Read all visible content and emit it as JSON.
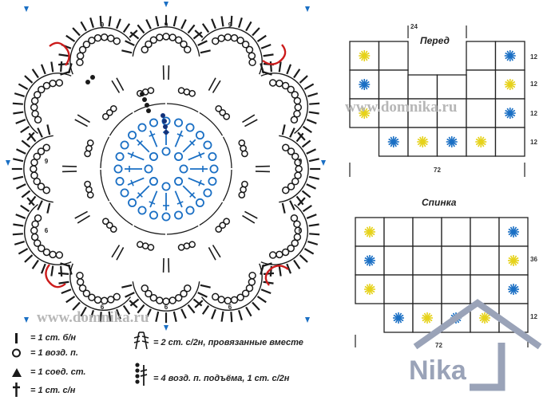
{
  "watermark": "www.domnika.ru",
  "logo_text": "Nika",
  "motif": {
    "labels": [
      "9",
      "9",
      "9",
      "6",
      "6",
      "6",
      "6",
      "6",
      "9",
      "9"
    ]
  },
  "front": {
    "title": "Перед",
    "top_width": "24",
    "bottom_width": "72",
    "right_dims": [
      "12",
      "12",
      "12",
      "12"
    ]
  },
  "back": {
    "title": "Спинка",
    "bottom_width": "72",
    "right_dims": [
      "36",
      "12"
    ]
  },
  "legend": {
    "items": [
      {
        "symbol": "I",
        "text": "= 1 ст. б/н"
      },
      {
        "symbol": "O",
        "text": "= 1 возд. п."
      },
      {
        "symbol": "▲",
        "text": "= 1 соед. ст."
      },
      {
        "symbol": "†",
        "text": "= 1 ст. с/н"
      },
      {
        "symbol": "tie",
        "text": "= 2 ст. с/2н, провязанные вместе"
      },
      {
        "symbol": "chain",
        "text": "= 4 возд. п. подъёма, 1 ст. с/2н"
      }
    ]
  },
  "colors": {
    "blue": "#1a6fc4",
    "yellow": "#e6d21a",
    "red": "#cc1b1b",
    "ink": "#1a1a1a"
  }
}
